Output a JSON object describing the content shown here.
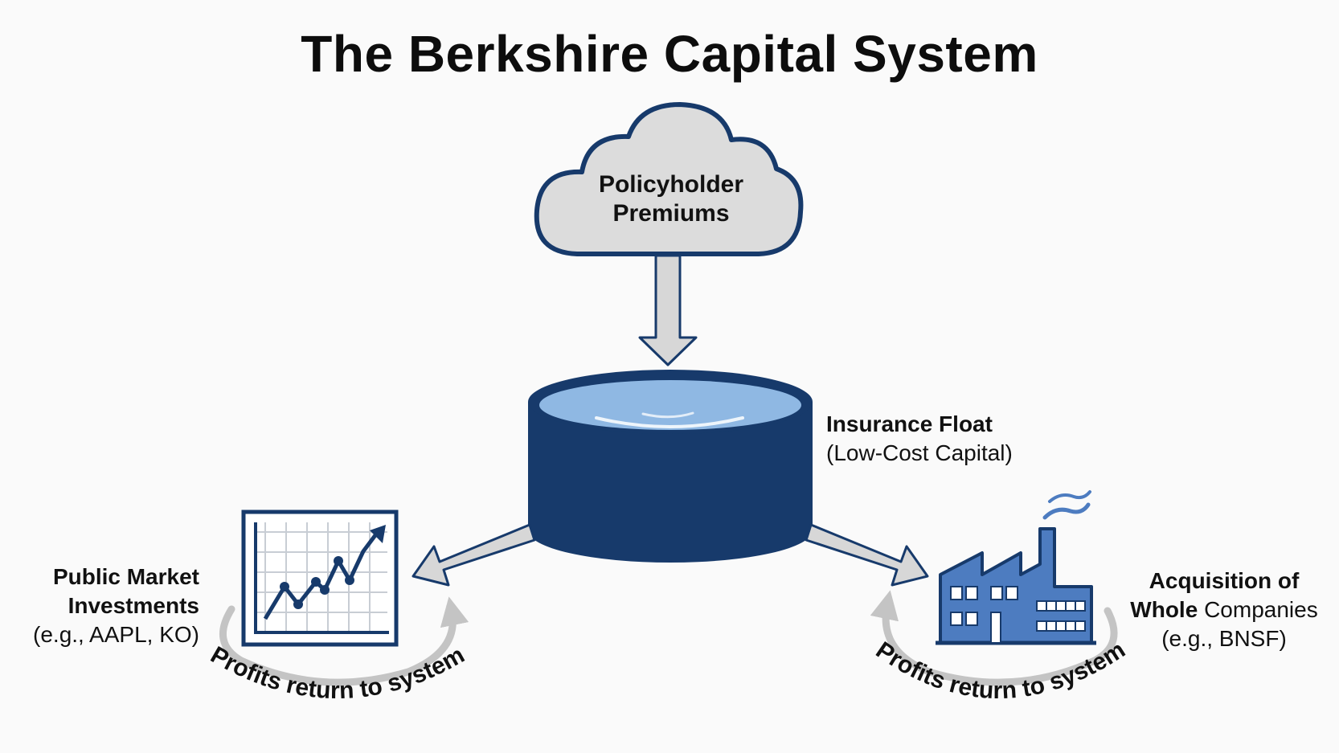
{
  "title": "The Berkshire Capital System",
  "source_node": {
    "line1": "Policyholder",
    "line2": "Premiums"
  },
  "float_node": {
    "name": "Insurance Float",
    "note": "(Low-Cost Capital)"
  },
  "left_node": {
    "line1": "Public Market",
    "line2": "Investments",
    "line3": "(e.g., AAPL, KO)"
  },
  "right_node": {
    "line1": "Acquisition of",
    "line2_bold": "Whole",
    "line2_rest": " Companies",
    "line3": "(e.g., BNSF)"
  },
  "loop_label_left": "Profits return to system",
  "loop_label_right": "Profits return to system",
  "colors": {
    "navy": "#173a6b",
    "water": "#8fb8e3",
    "cloud_fill": "#dcdcdc",
    "arrow_fill": "#d7d7d7",
    "factory_blue": "#4d7cc0",
    "loop_gray": "#c4c4c4"
  }
}
